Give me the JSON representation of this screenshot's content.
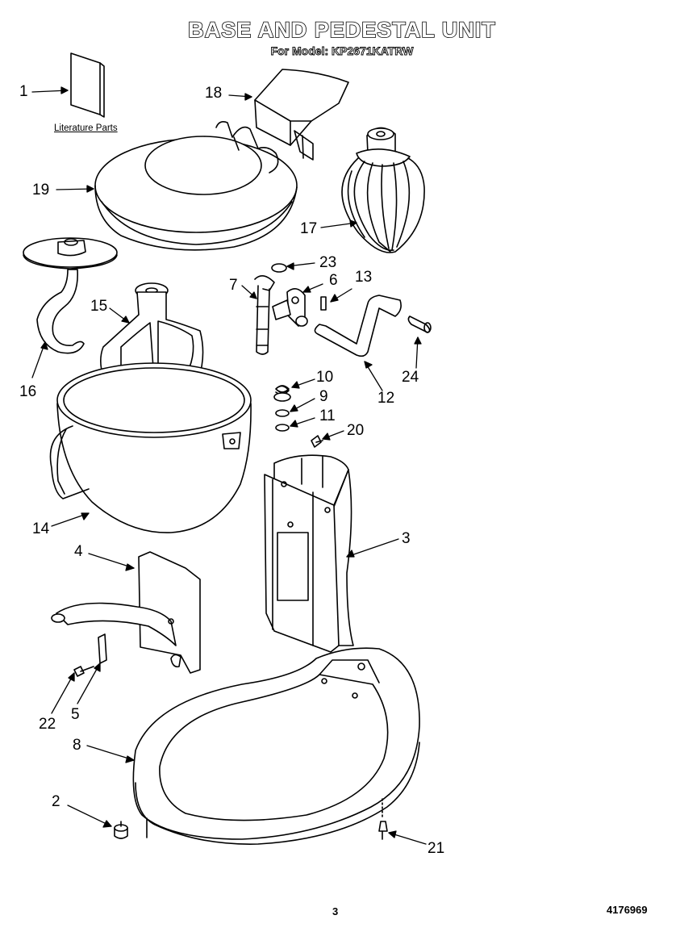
{
  "header": {
    "title": "BASE AND PEDESTAL UNIT",
    "subtitle": "For Model: KP2671KATRW"
  },
  "literature_label": "Literature Parts",
  "callouts": {
    "p1": "1",
    "p2": "2",
    "p3": "3",
    "p4": "4",
    "p5": "5",
    "p6": "6",
    "p7": "7",
    "p8": "8",
    "p9": "9",
    "p10": "10",
    "p11": "11",
    "p12": "12",
    "p13": "13",
    "p14": "14",
    "p15": "15",
    "p16": "16",
    "p17": "17",
    "p18": "18",
    "p19": "19",
    "p20": "20",
    "p21": "21",
    "p22": "22",
    "p23": "23",
    "p24": "24"
  },
  "footer": {
    "page_number": "3",
    "document_number": "4176969"
  }
}
